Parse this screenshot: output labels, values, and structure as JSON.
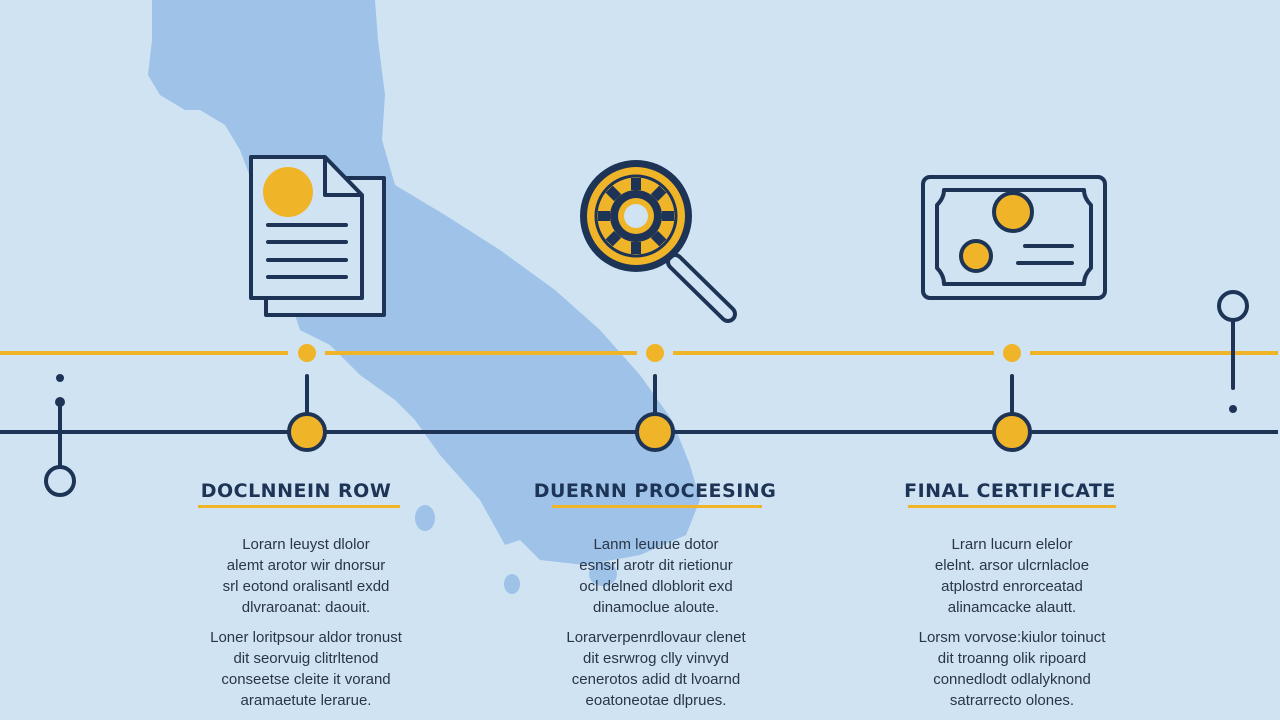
{
  "colors": {
    "background": "#cfe3f3",
    "map_shape": "#9ec2e8",
    "navy": "#1e3456",
    "accent_yellow": "#f0b429",
    "text": "#2a3548"
  },
  "steps": [
    {
      "icon": "document-icon",
      "title": "DOCLNNEIN  ROW",
      "desc1": [
        "Lorarn leuyst dlolor",
        "alemt arotor wir dnorsur",
        "srl eotond oralisantl exdd",
        "dlvraroanat: daouit."
      ],
      "desc2": [
        "Loner loritpsour aldor tronust",
        "dit seorvuig clitrltenod",
        "conseetse cleite it vorand",
        "aramaetute lerarue."
      ]
    },
    {
      "icon": "magnifier-gear-icon",
      "title": "DUERNN PROCEESING",
      "desc1": [
        "Lanm leuuue dotor",
        "esnsrl arotr dit rietionur",
        "ocl delned dloblorit exd",
        "dinamoclue aloute."
      ],
      "desc2": [
        "Lorarverpenrdlovaur clenet",
        "dit esrwrog clly vinvyd",
        "cenerotos adid dt lvoarnd",
        "eoatoneotae dlprues."
      ]
    },
    {
      "icon": "certificate-icon",
      "title": "FINAL CERTIFICATE",
      "desc1": [
        "Lrarn lucurn elelor",
        "elelnt. arsor ulcrnlacloe",
        "atplostrd enrorceatad",
        "alinamcacke alautt."
      ],
      "desc2": [
        "Lorsm vorvose:kiulor toinuct",
        "dit troanng olik ripoard",
        "connedlodt odlalyknond",
        "satrarrecto olones."
      ]
    }
  ]
}
